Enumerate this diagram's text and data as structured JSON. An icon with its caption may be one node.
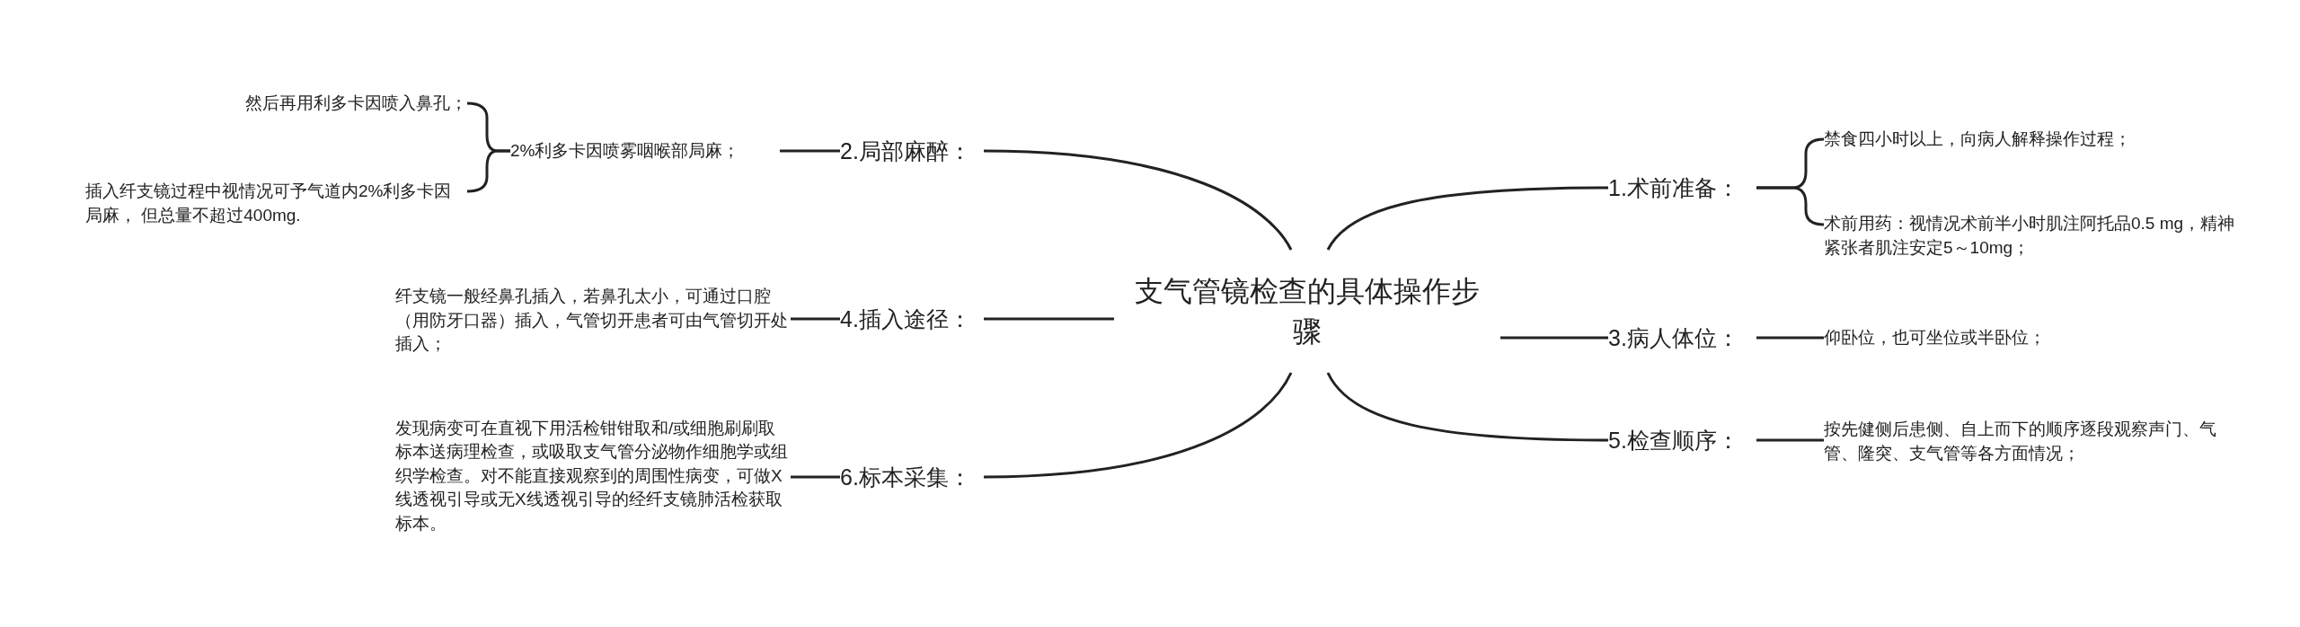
{
  "diagram": {
    "nodes": [
      {
        "text": [
          "支气管镜检查的具体操作步骤"
        ]
      },
      {
        "text": [
          "1.术前准备："
        ]
      },
      {
        "text": [
          "禁食四小时以上，向病人解释操作过程；"
        ]
      },
      {
        "text": [
          "术前用药：视情况术前半小时肌注阿托品0.5 mg，精神紧张者肌注安定5～10mg；"
        ]
      },
      {
        "text": [
          "3.病人体位："
        ]
      },
      {
        "text": [
          "仰卧位，也可坐位或半卧位；"
        ]
      },
      {
        "text": [
          "5.检查顺序："
        ]
      },
      {
        "text": [
          "按先健侧后患侧、自上而下的顺序逐段观察声门、气管、隆突、支气管等各方面情况；"
        ]
      },
      {
        "text": [
          "2.局部麻醉："
        ]
      },
      {
        "text": [
          "2%利多卡因喷雾咽喉部局麻；"
        ]
      },
      {
        "text": [
          "然后再用利多卡因喷入鼻孔；"
        ]
      },
      {
        "text": [
          "插入纤支镜过程中视情况可予气道内2%利多卡因局麻， 但总量不超过400mg."
        ]
      },
      {
        "text": [
          "4.插入途径："
        ]
      },
      {
        "text": [
          "纤支镜一般经鼻孔插入，若鼻孔太小，可通过口腔（用防牙口器）插入，气管切开患者可由气管切开处插入；"
        ]
      },
      {
        "text": [
          "6.标本采集："
        ]
      },
      {
        "text": [
          "发现病变可在直视下用活检钳钳取和/或细胞刷刷取标本送病理检查，或吸取支气管分泌物作细胞学或组织学检查。对不能直接观察到的周围性病变，可做X线透视引导或无X线透视引导的经纤支镜肺活检获取标本。"
        ]
      }
    ],
    "edges": [
      {
        "from": 0,
        "to": 1,
        "arrow": "none"
      },
      {
        "from": 1,
        "to": 2,
        "arrow": "none"
      },
      {
        "from": 1,
        "to": 3,
        "arrow": "none"
      },
      {
        "from": 0,
        "to": 4,
        "arrow": "none"
      },
      {
        "from": 4,
        "to": 5,
        "arrow": "none"
      },
      {
        "from": 0,
        "to": 6,
        "arrow": "none"
      },
      {
        "from": 6,
        "to": 7,
        "arrow": "none"
      },
      {
        "from": 0,
        "to": 8,
        "arrow": "none"
      },
      {
        "from": 8,
        "to": 9,
        "arrow": "none"
      },
      {
        "from": 9,
        "to": 10,
        "arrow": "none"
      },
      {
        "from": 9,
        "to": 11,
        "arrow": "none"
      },
      {
        "from": 0,
        "to": 12,
        "arrow": "none"
      },
      {
        "from": 12,
        "to": 13,
        "arrow": "none"
      },
      {
        "from": 0,
        "to": 14,
        "arrow": "none"
      },
      {
        "from": 14,
        "to": 15,
        "arrow": "none"
      }
    ]
  }
}
